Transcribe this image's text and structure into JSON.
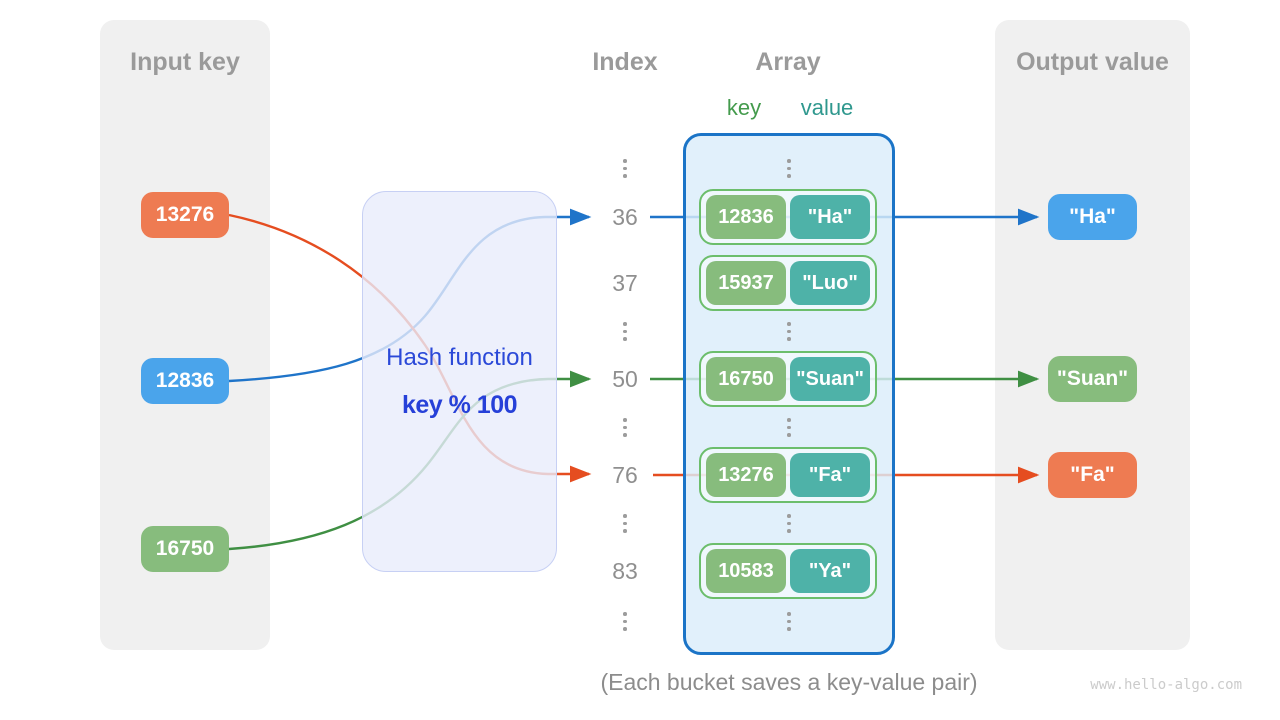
{
  "panels": {
    "input": {
      "title": "Input key",
      "items": [
        {
          "label": "13276",
          "color": "#EE7B52"
        },
        {
          "label": "12836",
          "color": "#4AA4EB"
        },
        {
          "label": "16750",
          "color": "#87BC7D"
        }
      ]
    },
    "output": {
      "title": "Output value",
      "items": [
        {
          "label": "\"Ha\"",
          "color": "#4AA4EB"
        },
        {
          "label": "\"Suan\"",
          "color": "#87BC7D"
        },
        {
          "label": "\"Fa\"",
          "color": "#EE7B52"
        }
      ]
    }
  },
  "hash_box": {
    "title": "Hash function",
    "formula": "key % 100"
  },
  "index_column": {
    "title": "Index",
    "rows": [
      {
        "type": "ellipsis"
      },
      {
        "type": "index",
        "label": "36"
      },
      {
        "type": "index",
        "label": "37"
      },
      {
        "type": "ellipsis"
      },
      {
        "type": "index",
        "label": "50"
      },
      {
        "type": "ellipsis"
      },
      {
        "type": "index",
        "label": "76"
      },
      {
        "type": "ellipsis"
      },
      {
        "type": "index",
        "label": "83"
      },
      {
        "type": "ellipsis"
      }
    ]
  },
  "array": {
    "title": "Array",
    "key_header": "key",
    "value_header": "value",
    "buckets": [
      {
        "key": "12836",
        "value": "\"Ha\""
      },
      {
        "key": "15937",
        "value": "\"Luo\""
      },
      {
        "key": "16750",
        "value": "\"Suan\""
      },
      {
        "key": "13276",
        "value": "\"Fa\""
      },
      {
        "key": "10583",
        "value": "\"Ya\""
      }
    ]
  },
  "caption": "(Each bucket saves a key-value pair)",
  "watermark": "www.hello-algo.com",
  "colors": {
    "panel_bg": "#F0F0F0",
    "heading_gray": "#9A9A9A",
    "index_gray": "#8F8F8F",
    "orange_box": "#EE7B52",
    "blue_box": "#4AA4EB",
    "green_box": "#87BC7D",
    "teal_box": "#4EB2A8",
    "bucket_border": "#6CBE6C",
    "array_border": "#1B74C7",
    "array_bg": "#DBEDFA",
    "hash_bg": "#E8ECFB",
    "hash_border": "#C7D0F4",
    "hash_text": "#2B49D8",
    "key_header_green": "#449B4D",
    "value_header_teal": "#2F988E",
    "arrow_blue": "#1F74C9",
    "arrow_green": "#3F8F43",
    "arrow_orange": "#E54D20"
  }
}
